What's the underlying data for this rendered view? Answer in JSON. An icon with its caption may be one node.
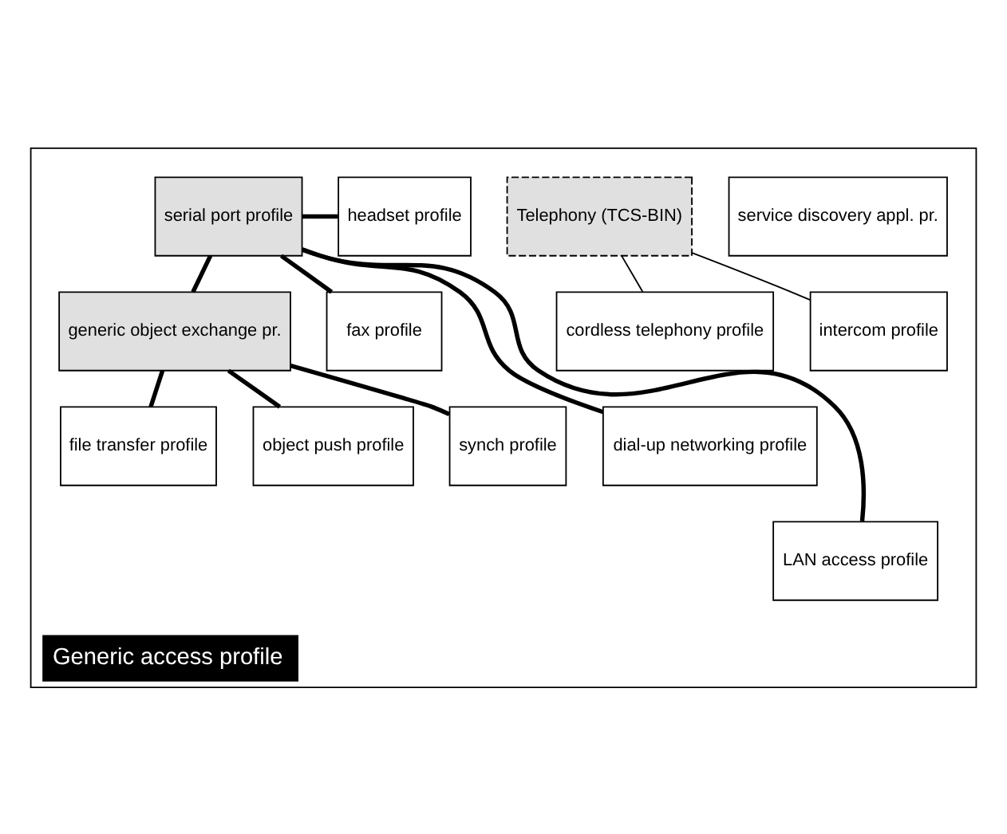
{
  "diagram": {
    "nodes": [
      {
        "text": [
          "Generic access profile"
        ]
      },
      {
        "text": [
          "service discovery appl. pr."
        ],
        "in": 0
      },
      {
        "text": [
          "Telephony (TCS-BIN)"
        ],
        "in": 0
      },
      {
        "text": [
          "serial port profile"
        ],
        "in": 0
      },
      {
        "text": [
          "headset profile"
        ],
        "in": 0
      },
      {
        "text": [
          "cordless telephony profile"
        ],
        "in": 0
      },
      {
        "text": [
          "intercom profile"
        ],
        "in": 0
      },
      {
        "text": [
          "generic object exchange pr."
        ],
        "in": 0
      },
      {
        "text": [
          "fax profile"
        ],
        "in": 0
      },
      {
        "text": [
          "file transfer profile"
        ],
        "in": 0
      },
      {
        "text": [
          "object push profile"
        ],
        "in": 0
      },
      {
        "text": [
          "synch profile"
        ],
        "in": 0
      },
      {
        "text": [
          "dial-up networking profile"
        ],
        "in": 0
      },
      {
        "text": [
          "LAN access profile"
        ],
        "in": 0
      }
    ],
    "edges": [
      {
        "from": 2,
        "to": 5,
        "arrow": "none"
      },
      {
        "from": 2,
        "to": 6,
        "arrow": "none"
      },
      {
        "from": 3,
        "to": 7,
        "arrow": "none"
      },
      {
        "from": 3,
        "to": 4,
        "arrow": "none"
      },
      {
        "from": 3,
        "to": 8,
        "arrow": "none"
      },
      {
        "from": 3,
        "to": 12,
        "arrow": "none"
      },
      {
        "from": 3,
        "to": 13,
        "arrow": "none"
      },
      {
        "from": 7,
        "to": 9,
        "arrow": "none"
      },
      {
        "from": 7,
        "to": 10,
        "arrow": "none"
      },
      {
        "from": 7,
        "to": 11,
        "arrow": "none"
      }
    ]
  }
}
